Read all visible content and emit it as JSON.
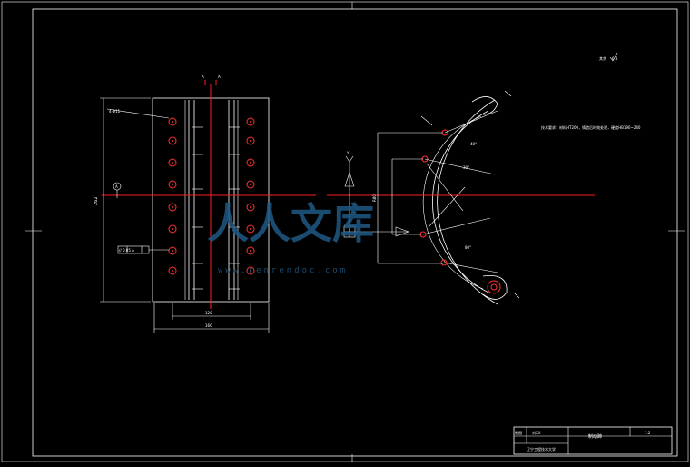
{
  "title_block": {
    "label_drawn": "制图",
    "name": "刘XX",
    "part_name": "制动蹄",
    "scale": "1:2",
    "school": "辽宁工程技术大学"
  },
  "notes": {
    "roughness_label": "其余",
    "roughness_value": "6.3",
    "tech_req": "技术要求：材料HT200，铸造后时效处理，硬度HB190~240"
  },
  "views": {
    "section_label_top": "A",
    "section_label_bottom": "A",
    "datum_label": "A",
    "view_y_label": "Y",
    "dim_height": "262",
    "dim_width_inner": "120",
    "dim_width_outer": "160",
    "tolerance_frame": "// 0.05 A",
    "dim_r": "R80",
    "dim_hole_left": "4-Φ11",
    "angle_1": "40°",
    "angle_2": "30°",
    "angle_3": "80°"
  },
  "watermark": {
    "brand": "人人文库",
    "url": "www.renrendoc.com"
  }
}
